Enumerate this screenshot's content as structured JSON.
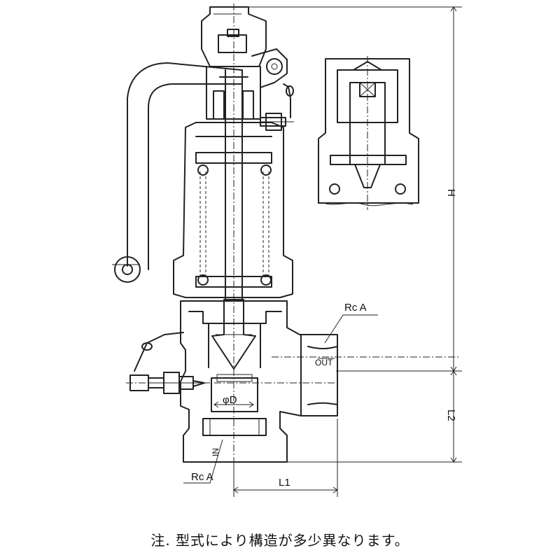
{
  "labels": {
    "inlet_thread": "Rc A",
    "outlet_thread": "Rc A",
    "outlet": "OUT",
    "inlet": "IN",
    "seat_diameter": "φD",
    "height": "H",
    "inlet_to_outlet": "L2",
    "center_to_face": "L1"
  },
  "note": "注. 型式により構造が多少異なります。"
}
